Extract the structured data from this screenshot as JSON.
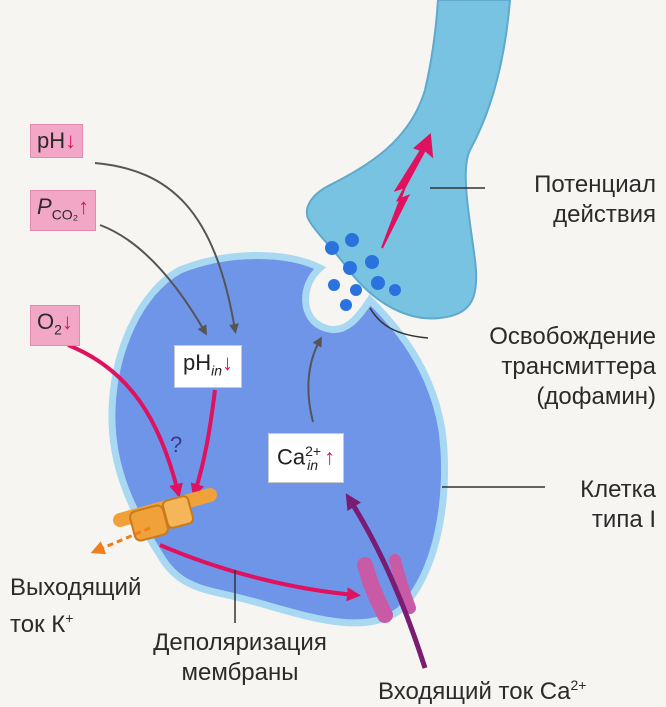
{
  "stimuli": {
    "ph_label": "pH",
    "pco2_label": "P",
    "pco2_sub": "CO₂",
    "o2_label": "O",
    "o2_sub": "2"
  },
  "cell": {
    "ph_in_label": "pH",
    "ph_in_sub": "in",
    "ca_in_label": "Ca",
    "ca_in_sub": "in",
    "ca_in_sup": "2+",
    "question_mark": "?"
  },
  "labels": {
    "action_potential_line1": "Потенциал",
    "action_potential_line2": "действия",
    "transmitter_line1": "Освобождение",
    "transmitter_line2": "трансмиттера",
    "transmitter_line3": "(дофамин)",
    "cell_type_line1": "Клетка",
    "cell_type_line2": "типа I",
    "k_current_line1": "Выходящий",
    "k_current_line2": "ток К",
    "k_current_sup": "+",
    "depol_line1": "Деполяризация",
    "depol_line2": "мембраны",
    "ca_current": "Входящий ток Ca",
    "ca_current_sup": "2+"
  },
  "colors": {
    "cell_fill": "#6f95e8",
    "cell_border": "#a9d9f2",
    "nerve_fill": "#79c3e2",
    "magenta": "#e0115f",
    "vesicle": "#2a73df",
    "pink_box": "#f2a7c6",
    "channel_orange": "#f0a13a",
    "channel_pink": "#c95aa6"
  },
  "icons": {
    "down_arrow": "down-arrow-icon",
    "up_arrow": "up-arrow-icon",
    "action_potential": "lightning-arrow-icon"
  }
}
